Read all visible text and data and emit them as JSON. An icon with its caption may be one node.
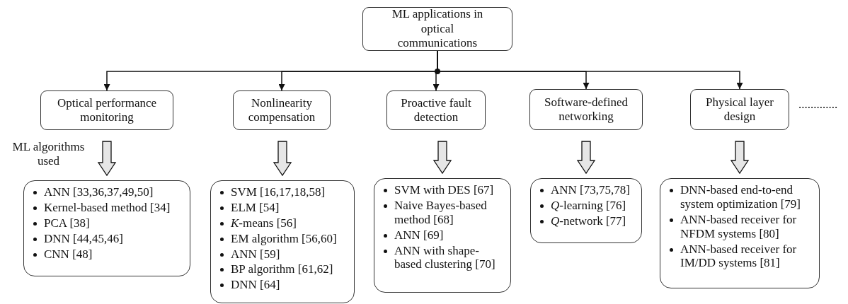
{
  "diagram": {
    "nodes": [
      {
        "text": [
          "ML applications in optical communications"
        ]
      },
      {
        "text": [
          "Optical performance monitoring"
        ]
      },
      {
        "text": [
          "Nonlinearity compensation"
        ]
      },
      {
        "text": [
          "Proactive fault detection"
        ]
      },
      {
        "text": [
          "Software-defined networking"
        ]
      },
      {
        "text": [
          "Physical layer design"
        ]
      },
      {
        "text": [
          "ANN [33,36,37,49,50]",
          "Kernel-based method [34]",
          "PCA [38]",
          "DNN [44,45,46]",
          "CNN [48]"
        ]
      },
      {
        "text": [
          "SVM [16,17,18,58]",
          "ELM [54]",
          "*K*-means [56]",
          "EM algorithm [56,60]",
          "ANN [59]",
          "BP algorithm [61,62]",
          "DNN [64]"
        ]
      },
      {
        "text": [
          "SVM with DES [67]",
          "Naive Bayes-based method [68]",
          "ANN [69]",
          "ANN with shape-based clustering [70]"
        ]
      },
      {
        "text": [
          "ANN [73,75,78]",
          "*Q*-learning [76]",
          "*Q*-network [77]"
        ]
      },
      {
        "text": [
          "DNN-based end-to-end system optimization [79]",
          "ANN-based receiver for NFDM systems [80]",
          "ANN-based receiver for IM/DD systems [81]"
        ]
      }
    ],
    "edges": [
      {
        "from": 0,
        "to": 1,
        "arrow": "to"
      },
      {
        "from": 0,
        "to": 2,
        "arrow": "to"
      },
      {
        "from": 0,
        "to": 3,
        "arrow": "to"
      },
      {
        "from": 0,
        "to": 4,
        "arrow": "to"
      },
      {
        "from": 0,
        "to": 5,
        "arrow": "to"
      },
      {
        "from": 1,
        "to": 6,
        "arrow": "to",
        "style": "thick"
      },
      {
        "from": 2,
        "to": 7,
        "arrow": "to",
        "style": "thick"
      },
      {
        "from": 3,
        "to": 8,
        "arrow": "to",
        "style": "thick"
      },
      {
        "from": 4,
        "to": 9,
        "arrow": "to",
        "style": "thick"
      },
      {
        "from": 5,
        "to": 10,
        "arrow": "to",
        "style": "thick"
      }
    ],
    "labels": [
      "ML algorithms used",
      "............."
    ]
  }
}
